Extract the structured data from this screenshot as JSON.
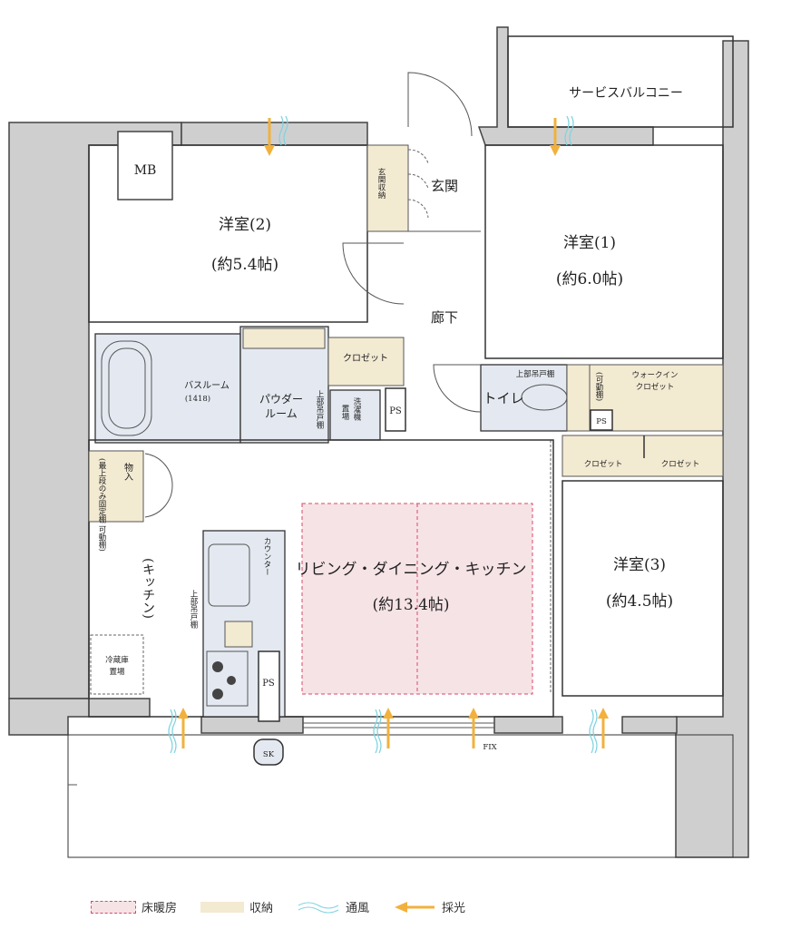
{
  "rooms": {
    "western2": {
      "name": "洋室(2)",
      "size": "(約5.4帖)"
    },
    "western1": {
      "name": "洋室(1)",
      "size": "(約6.0帖)"
    },
    "western3": {
      "name": "洋室(3)",
      "size": "(約4.5帖)"
    },
    "ldk": {
      "name": "リビング・ダイニング・キッチン",
      "size": "(約13.4帖)"
    },
    "kitchen": "(キッチン)",
    "entrance": "玄関",
    "entrance_storage": "玄関収納",
    "hallway": "廊下",
    "service_balcony": "サービスバルコニー",
    "mb": "MB",
    "bathroom": {
      "name": "バスルーム",
      "size": "(1418)"
    },
    "powder": {
      "line1": "パウダー",
      "line2": "ルーム"
    },
    "upper_cabinet": "上部吊戸棚",
    "washer": {
      "line1": "洗濯機",
      "line2": "置場"
    },
    "closet": "クロゼット",
    "ps": "PS",
    "toilet": "トイレ",
    "toilet_cabinet": "上部吊戸棚",
    "movable_shelf": "(可動棚)",
    "walkin": {
      "line1": "ウォークイン",
      "line2": "クロゼット"
    },
    "closet_a": "クロゼット",
    "closet_b": "クロゼット",
    "storage": "物入",
    "storage_note": "(最上段のみ固定棚 可動棚)",
    "counter": "カウンター",
    "kitchen_cabinet": "上部吊戸棚",
    "fridge": {
      "line1": "冷蔵庫",
      "line2": "置場"
    },
    "ps2": "PS",
    "sk": "SK",
    "fix": "FIX"
  },
  "legend": [
    {
      "label": "床暖房",
      "color": "#d94a6a"
    },
    {
      "label": "収納",
      "color": "#f3ead2"
    },
    {
      "label": "通風",
      "color": "#7fd3e0"
    },
    {
      "label": "採光",
      "color": "#f2b13c"
    }
  ]
}
